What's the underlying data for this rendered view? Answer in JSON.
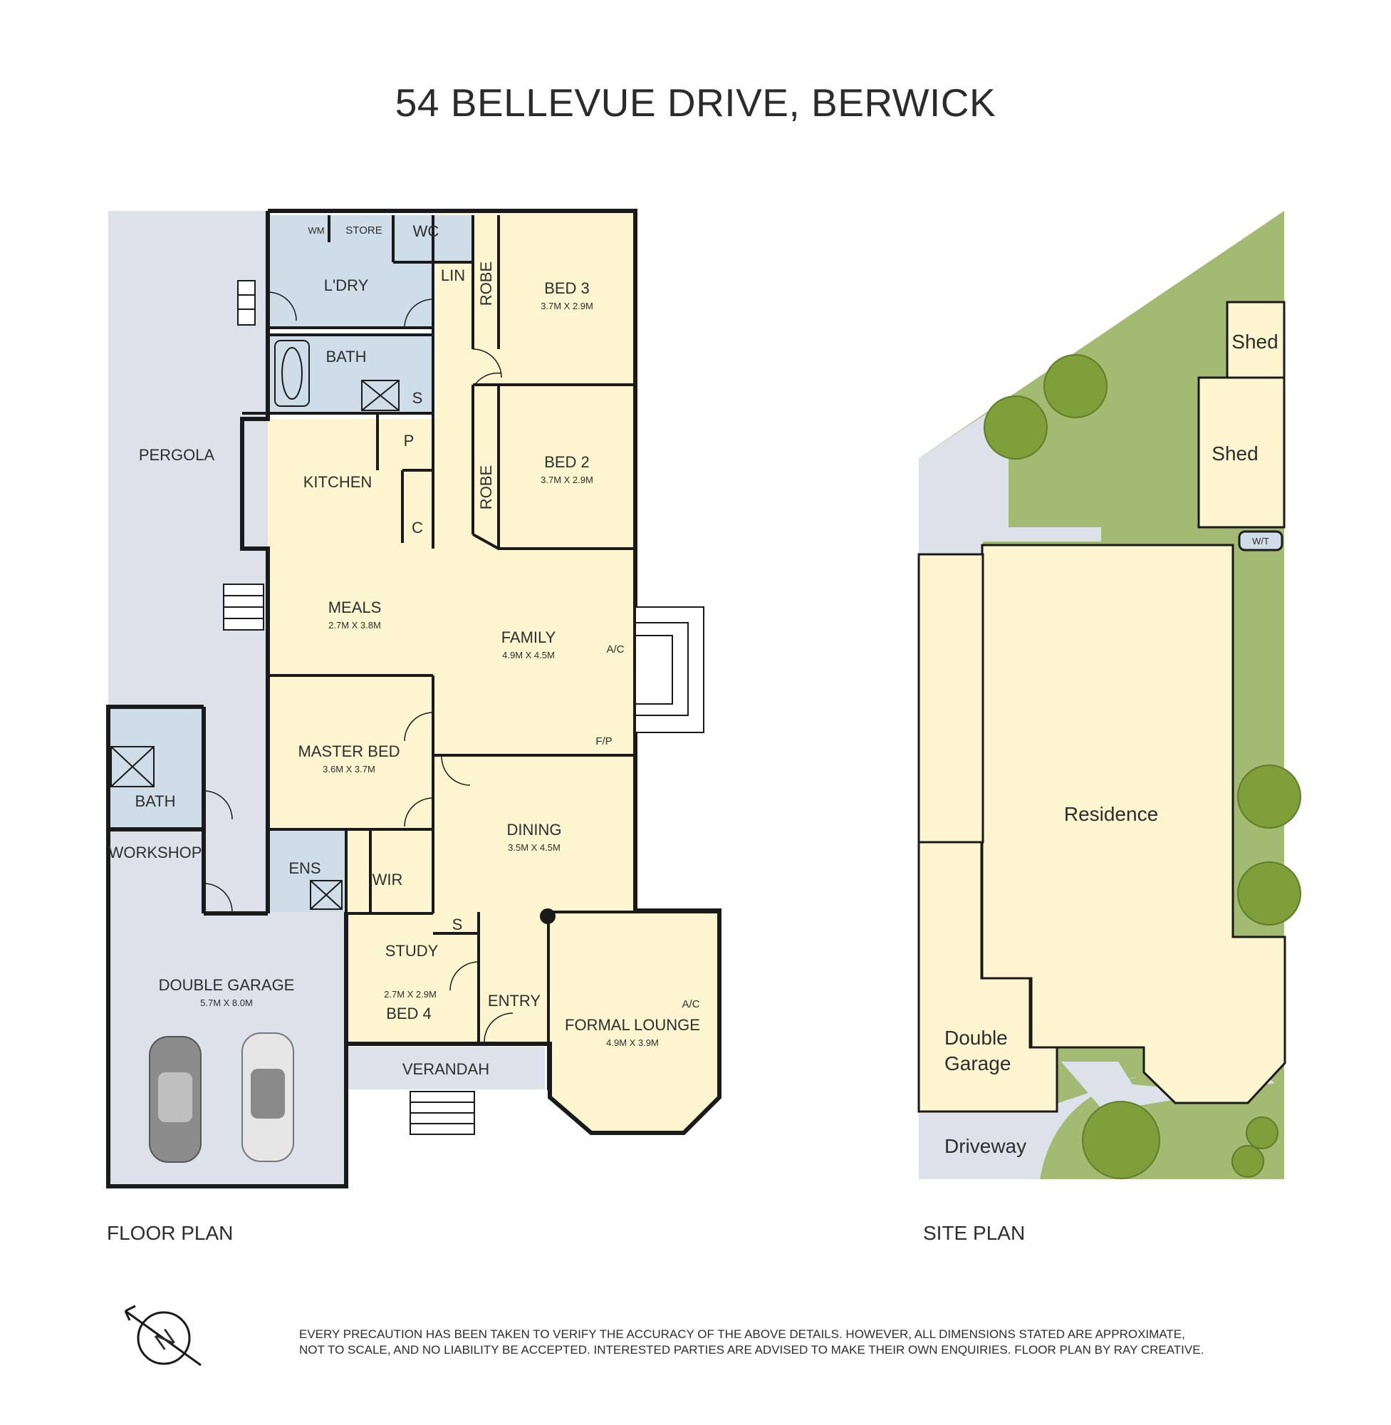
{
  "title": "54 BELLEVUE DRIVE, BERWICK",
  "colors": {
    "living": "#fdf5cf",
    "wet": "#cfdde8",
    "outdoor": "#dde2ea",
    "lawn": "#a3ba72",
    "tree": "#7e9f3a",
    "wall": "#1a1a1a"
  },
  "floor_plan": {
    "caption": "FLOOR PLAN",
    "rooms": {
      "pergola": "PERGOLA",
      "laundry": "L'DRY",
      "store": "STORE",
      "wm": "WM",
      "wc": "WC",
      "lin": "LIN",
      "bath": "BATH",
      "s1": "S",
      "robe1": "ROBE",
      "bed3": {
        "name": "BED 3",
        "dim": "3.7M X 2.9M"
      },
      "robe2": "ROBE",
      "bed2": {
        "name": "BED 2",
        "dim": "3.7M X 2.9M"
      },
      "kitchen": "KITCHEN",
      "pantry": "P",
      "cupboard": "C",
      "meals": {
        "name": "MEALS",
        "dim": "2.7M X 3.8M"
      },
      "family": {
        "name": "FAMILY",
        "dim": "4.9M X 4.5M"
      },
      "ac1": "A/C",
      "fp": "F/P",
      "master": {
        "name": "MASTER BED",
        "dim": "3.6M X 3.7M"
      },
      "ens": "ENS",
      "wir": "WIR",
      "dining": {
        "name": "DINING",
        "dim": "3.5M X 4.5M"
      },
      "s2": "S",
      "bath2": "BATH",
      "workshop": "WORKSHOP",
      "garage": {
        "name": "DOUBLE GARAGE",
        "dim": "5.7M X 8.0M"
      },
      "study": {
        "name": "STUDY",
        "dim": "2.7M X 2.9M",
        "alt": "BED 4"
      },
      "entry": "ENTRY",
      "lounge": {
        "name": "FORMAL LOUNGE",
        "dim": "4.9M X 3.9M"
      },
      "ac2": "A/C",
      "verandah": "VERANDAH"
    }
  },
  "site_plan": {
    "caption": "SITE PLAN",
    "labels": {
      "shed_small": "Shed",
      "shed_large": "Shed",
      "wt": "W/T",
      "residence": "Residence",
      "garage_line1": "Double",
      "garage_line2": "Garage",
      "driveway": "Driveway"
    }
  },
  "compass": {
    "letter": "N"
  },
  "disclaimer": {
    "line1": "EVERY PRECAUTION HAS BEEN TAKEN TO VERIFY THE ACCURACY OF THE ABOVE DETAILS. HOWEVER, ALL DIMENSIONS STATED ARE APPROXIMATE,",
    "line2": "NOT TO SCALE, AND NO LIABILITY BE ACCEPTED. INTERESTED PARTIES ARE ADVISED TO MAKE THEIR OWN ENQUIRIES. FLOOR PLAN BY RAY CREATIVE."
  }
}
